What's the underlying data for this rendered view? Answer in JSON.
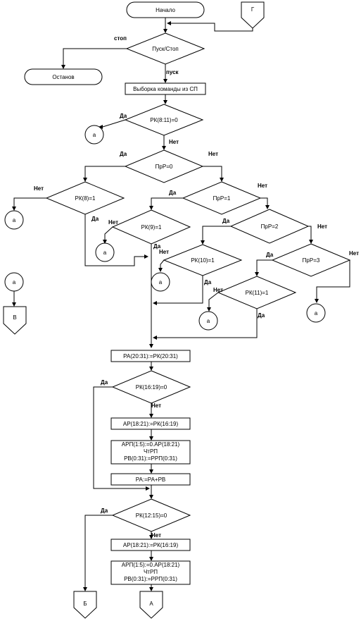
{
  "nodes": {
    "start": "Начало",
    "g": "Г",
    "stop_label": "стоп",
    "pusk_stop": "Пуск/Стоп",
    "ostanov": "Останов",
    "pusk_label": "пуск",
    "fetch": "Выборка команды из СП",
    "d1": "РК(8:11)=0",
    "d2": "ПрР=0",
    "d3": "РК(8)=1",
    "d4": "ПрР=1",
    "d5": "РК(9)=1",
    "d6": "ПрР=2",
    "d7": "РК(10)=1",
    "d8": "ПрР=3",
    "d9": "РК(11)=1",
    "pa_assign": "РА(20:31):=РК(20:31)",
    "d10": "РК(16:19)=0",
    "ar1": "АР(18:21):=РК(16:19)",
    "mem1": [
      "АРП(1:5):=0.АР(18:21)",
      "ЧтРП",
      "РВ(0:31):=РРП(0:31)"
    ],
    "sum": "РА:=РА+РВ",
    "d11": "РК(12:15)=0",
    "ar2": "АР(18:21):=РК(16:19)",
    "mem2": [
      "АРП(1:5):=0.АР(18:21)",
      "ЧтРП",
      "РВ(0:31):=РРП(0:31)"
    ],
    "conn_a": "а",
    "conn_b": "В",
    "off_b": "Б",
    "off_a": "А"
  },
  "labels": {
    "yes": "Да",
    "no": "Нет"
  }
}
